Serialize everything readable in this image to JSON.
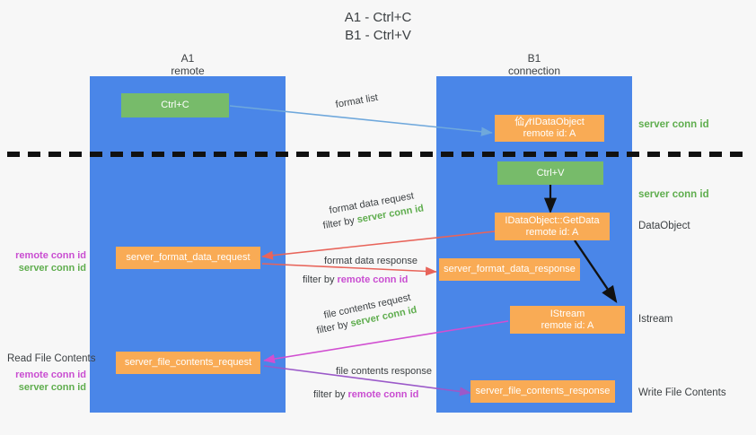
{
  "title": "A1 - Ctrl+C\nB1 - Ctrl+V",
  "lanes": [
    {
      "name": "A1",
      "sub": "remote"
    },
    {
      "name": "B1",
      "sub": "connection"
    }
  ],
  "nodes": {
    "ctrl_c": {
      "label": "Ctrl+C"
    },
    "ctrl_v": {
      "label": "Ctrl+V"
    },
    "idataobject": {
      "line1": "佡𝒻rIDataObject",
      "line2": "remote id: A"
    },
    "getdata": {
      "line1": "IDataObject::GetData",
      "line2": "remote id: A"
    },
    "istream": {
      "line1": "IStream",
      "line2": "remote id: A"
    },
    "server_format_data_request": {
      "label": "server_format_data_request"
    },
    "server_format_data_response": {
      "label": "server_format_data_response"
    },
    "server_file_contents_request": {
      "label": "server_file_contents_request"
    },
    "server_file_contents_response": {
      "label": "server_file_contents_response"
    }
  },
  "right_labels": {
    "server_conn_id_top": "server conn id",
    "server_conn_id_mid": "server conn id",
    "dataobject": "DataObject",
    "istream": "Istream",
    "write_file_contents": "Write File Contents"
  },
  "left_labels": {
    "conn_upper": {
      "remote": "remote conn id",
      "server": "server conn id"
    },
    "read_file_contents": "Read File Contents",
    "conn_lower": {
      "remote": "remote conn id",
      "server": "server conn id"
    }
  },
  "captions": {
    "format_list": "format list",
    "format_data_request": "format data request",
    "filter_by_server_1_prefix": "filter by ",
    "filter_by_server_1_value": "server conn id",
    "format_data_response": "format data response",
    "filter_by_remote_1_prefix": "filter by ",
    "filter_by_remote_1_value": "remote conn id",
    "file_contents_request": "file contents request",
    "filter_by_server_2_prefix": "filter by ",
    "filter_by_server_2_value": "server conn id",
    "file_contents_response": "file contents response",
    "filter_by_remote_2_prefix": "filter by ",
    "filter_by_remote_2_value": "remote conn id"
  },
  "colors": {
    "lane": "#4a86e8",
    "green_box": "#77bb6a",
    "orange_box": "#f9ab55",
    "green_text": "#5fad4e",
    "magenta_text": "#c94dd1",
    "arrow_blue": "#6fa8dc",
    "arrow_red": "#e8645a",
    "arrow_magenta": "#d14fd1",
    "arrow_purple": "#9b59c9",
    "arrow_black": "#111111",
    "background": "#f7f7f7"
  }
}
